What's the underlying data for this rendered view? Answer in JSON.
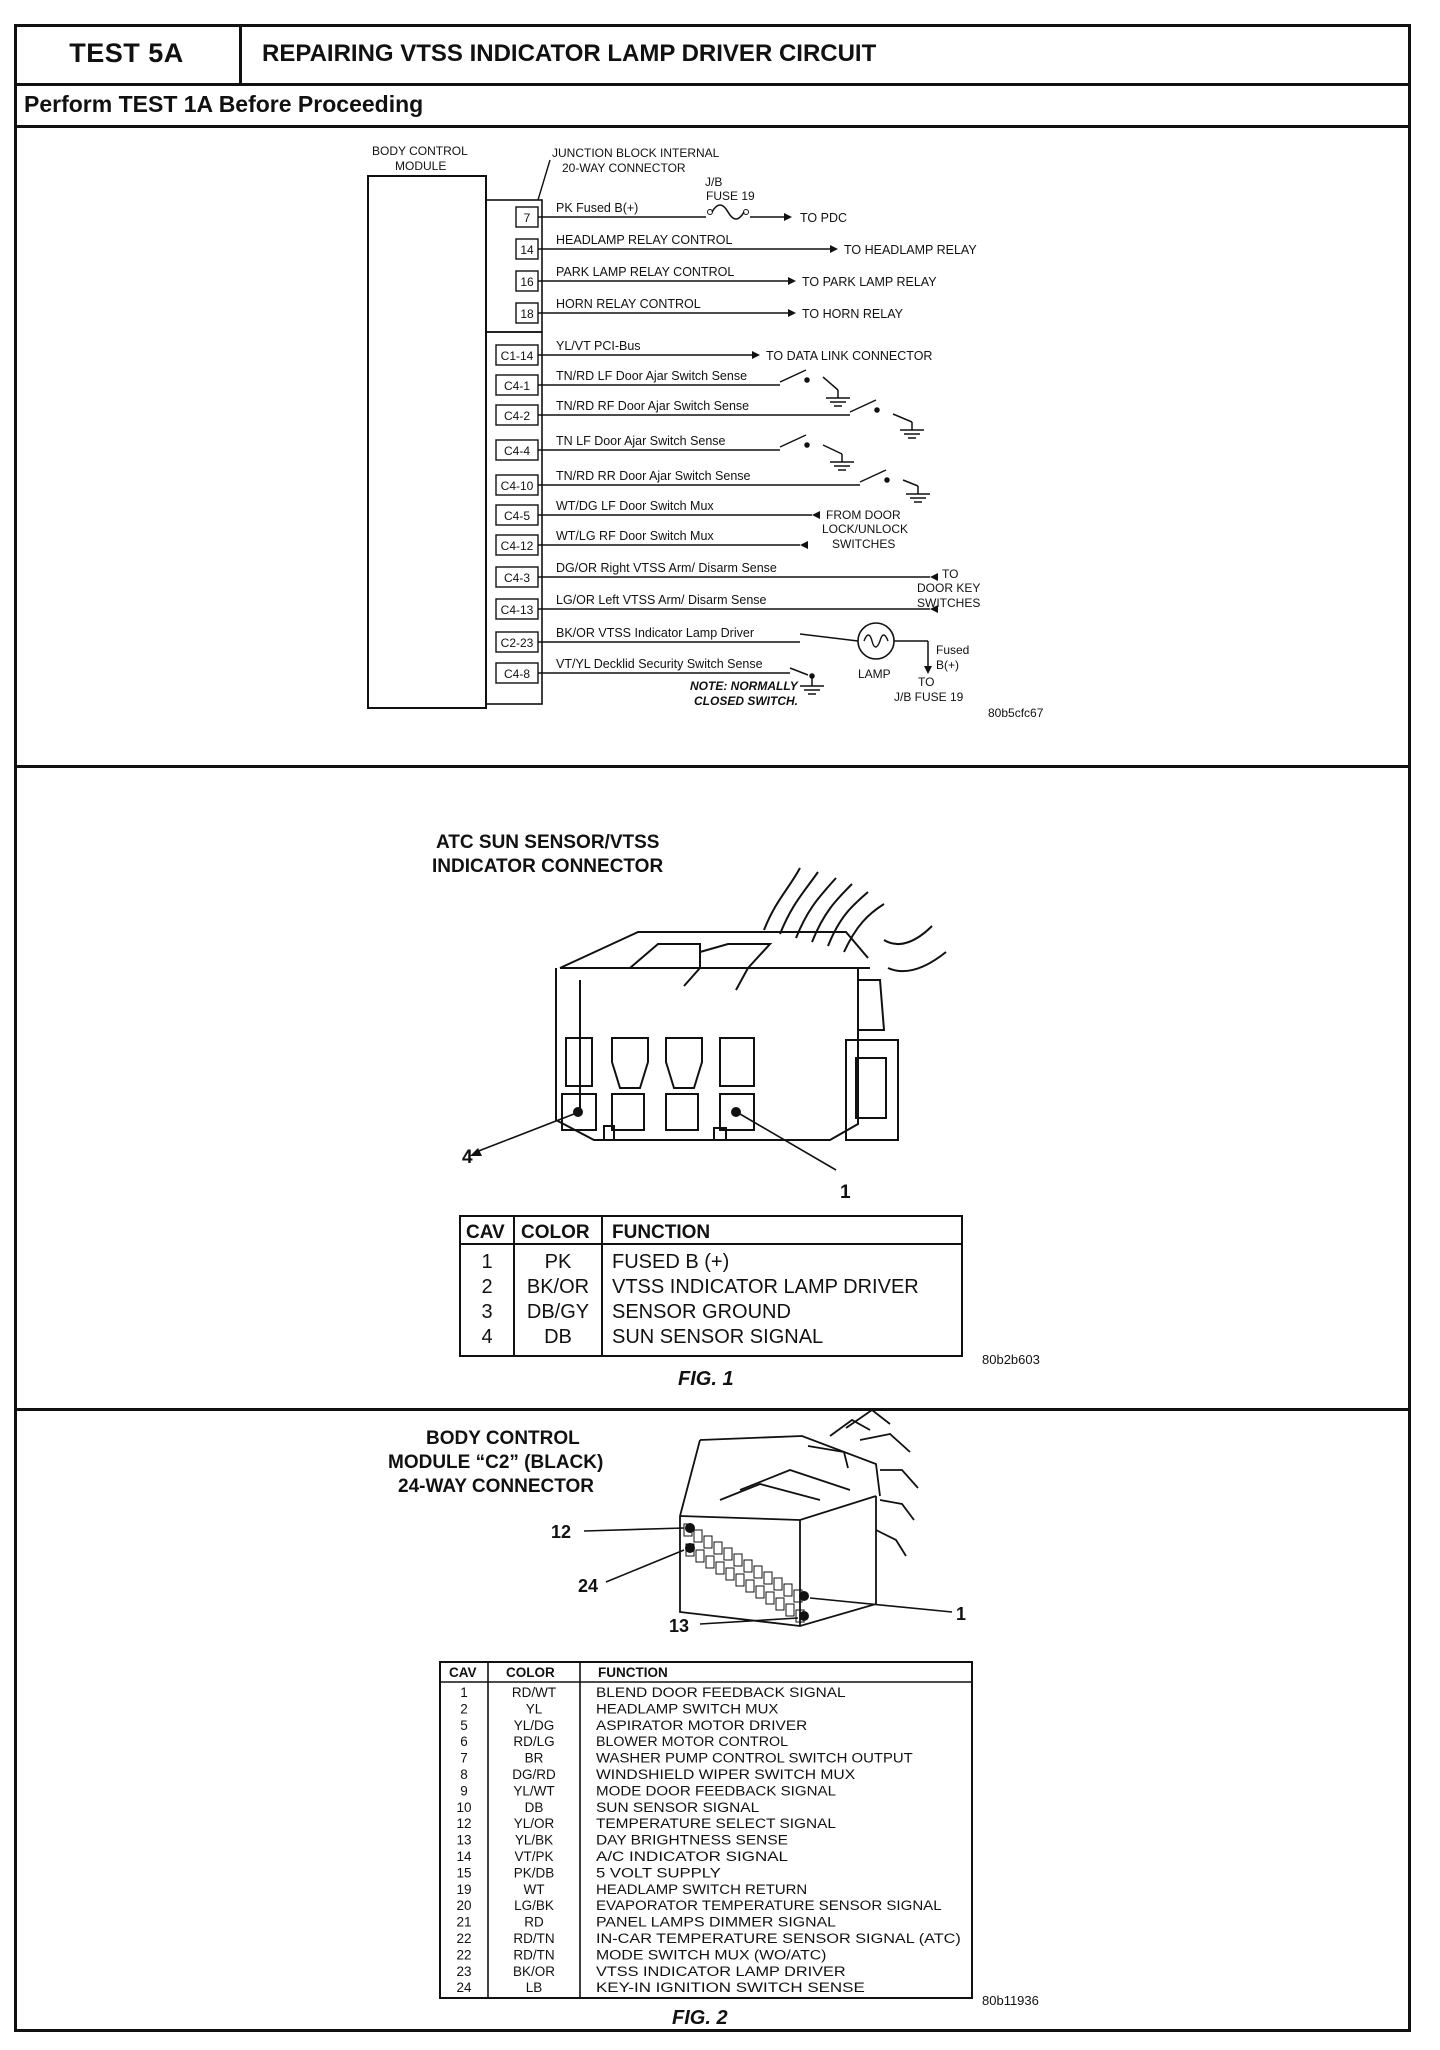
{
  "header": {
    "test_id": "TEST 5A",
    "title": "REPAIRING VTSS INDICATOR LAMP DRIVER CIRCUIT",
    "subtitle": "Perform TEST 1A Before Proceeding"
  },
  "schematic": {
    "bcm_label_1": "BODY CONTROL",
    "bcm_label_2": "MODULE",
    "jb_label_1": "JUNCTION BLOCK INTERNAL",
    "jb_label_2": "20-WAY CONNECTOR",
    "fuse_label_1": "J/B",
    "fuse_label_2": "FUSE 19",
    "pins": [
      {
        "pin": "7",
        "wire": "PK Fused B(+)",
        "dest": "TO PDC"
      },
      {
        "pin": "14",
        "wire": "HEADLAMP RELAY CONTROL",
        "dest": "TO HEADLAMP RELAY"
      },
      {
        "pin": "16",
        "wire": "PARK LAMP RELAY CONTROL",
        "dest": "TO PARK LAMP RELAY"
      },
      {
        "pin": "18",
        "wire": "HORN RELAY CONTROL",
        "dest": "TO HORN RELAY"
      },
      {
        "pin": "C1-14",
        "wire": "YL/VT PCI-Bus",
        "dest": "TO DATA LINK CONNECTOR"
      },
      {
        "pin": "C4-1",
        "wire": "TN/RD LF Door Ajar Switch Sense",
        "dest": ""
      },
      {
        "pin": "C4-2",
        "wire": "TN/RD RF Door Ajar Switch Sense",
        "dest": ""
      },
      {
        "pin": "C4-4",
        "wire": "TN LF Door Ajar Switch Sense",
        "dest": ""
      },
      {
        "pin": "C4-10",
        "wire": "TN/RD RR Door Ajar Switch Sense",
        "dest": ""
      },
      {
        "pin": "C4-5",
        "wire": "WT/DG LF Door Switch Mux",
        "dest": ""
      },
      {
        "pin": "C4-12",
        "wire": "WT/LG RF Door Switch Mux",
        "dest": ""
      },
      {
        "pin": "C4-3",
        "wire": "DG/OR Right VTSS Arm/ Disarm Sense",
        "dest": ""
      },
      {
        "pin": "C4-13",
        "wire": "LG/OR Left VTSS Arm/ Disarm Sense",
        "dest": ""
      },
      {
        "pin": "C2-23",
        "wire": "BK/OR VTSS Indicator Lamp Driver",
        "dest": ""
      },
      {
        "pin": "C4-8",
        "wire": "VT/YL Decklid Security Switch Sense",
        "dest": ""
      }
    ],
    "door_lock_dest": [
      "FROM DOOR",
      "LOCK/UNLOCK",
      "SWITCHES"
    ],
    "door_key_dest": [
      "TO",
      "DOOR KEY",
      "SWITCHES"
    ],
    "lamp_label": "LAMP",
    "fused_label": [
      "Fused",
      "B(+)",
      "TO",
      "J/B FUSE 19"
    ],
    "note": [
      "NOTE: NORMALLY",
      "CLOSED SWITCH."
    ],
    "ref_code": "80b5cfc67"
  },
  "fig1": {
    "title_1": "ATC SUN SENSOR/VTSS",
    "title_2": "INDICATOR CONNECTOR",
    "callout_left": "4",
    "callout_right": "1",
    "table_headers": [
      "CAV",
      "COLOR",
      "FUNCTION"
    ],
    "rows": [
      [
        "1",
        "PK",
        "FUSED B (+)"
      ],
      [
        "2",
        "BK/OR",
        "VTSS INDICATOR LAMP DRIVER"
      ],
      [
        "3",
        "DB/GY",
        "SENSOR GROUND"
      ],
      [
        "4",
        "DB",
        "SUN SENSOR SIGNAL"
      ]
    ],
    "caption": "FIG. 1",
    "ref_code": "80b2b603"
  },
  "fig2": {
    "title_1": "BODY CONTROL",
    "title_2": "MODULE “C2” (BLACK)",
    "title_3": "24-WAY CONNECTOR",
    "callouts": [
      "12",
      "24",
      "13",
      "1"
    ],
    "table_headers": [
      "CAV",
      "COLOR",
      "FUNCTION"
    ],
    "rows": [
      [
        "1",
        "RD/WT",
        "BLEND DOOR FEEDBACK SIGNAL"
      ],
      [
        "2",
        "YL",
        "HEADLAMP SWITCH MUX"
      ],
      [
        "5",
        "YL/DG",
        "ASPIRATOR MOTOR DRIVER"
      ],
      [
        "6",
        "RD/LG",
        "BLOWER MOTOR CONTROL"
      ],
      [
        "7",
        "BR",
        "WASHER PUMP CONTROL SWITCH OUTPUT"
      ],
      [
        "8",
        "DG/RD",
        "WINDSHIELD WIPER SWITCH MUX"
      ],
      [
        "9",
        "YL/WT",
        "MODE DOOR FEEDBACK SIGNAL"
      ],
      [
        "10",
        "DB",
        "SUN SENSOR SIGNAL"
      ],
      [
        "12",
        "YL/OR",
        "TEMPERATURE SELECT SIGNAL"
      ],
      [
        "13",
        "YL/BK",
        "DAY BRIGHTNESS SENSE"
      ],
      [
        "14",
        "VT/PK",
        "A/C INDICATOR SIGNAL"
      ],
      [
        "15",
        "PK/DB",
        "5 VOLT SUPPLY"
      ],
      [
        "19",
        "WT",
        "HEADLAMP SWITCH RETURN"
      ],
      [
        "20",
        "LG/BK",
        "EVAPORATOR TEMPERATURE SENSOR SIGNAL"
      ],
      [
        "21",
        "RD",
        "PANEL LAMPS DIMMER SIGNAL"
      ],
      [
        "22",
        "RD/TN",
        "IN-CAR TEMPERATURE SENSOR SIGNAL (ATC)"
      ],
      [
        "22",
        "RD/TN",
        "MODE SWITCH MUX (WO/ATC)"
      ],
      [
        "23",
        "BK/OR",
        "VTSS INDICATOR LAMP DRIVER"
      ],
      [
        "24",
        "LB",
        "KEY-IN IGNITION SWITCH SENSE"
      ]
    ],
    "caption": "FIG. 2",
    "ref_code": "80b11936"
  }
}
